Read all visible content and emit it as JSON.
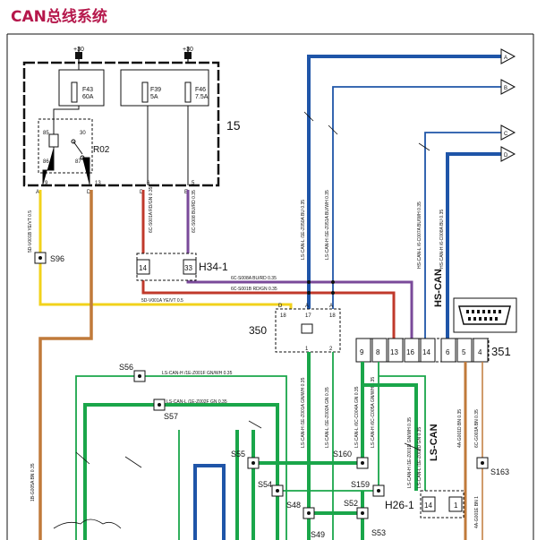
{
  "title": "CAN总线系统",
  "colors": {
    "title": "#b5174b",
    "can_blue": "#1f55a8",
    "can_green": "#1aa64a",
    "brown": "#c07a3a",
    "yellow": "#f2d21b",
    "red": "#c0392b",
    "violet": "#7a4a9a"
  },
  "power": {
    "plus30_left": "+30",
    "plus30_right": "+30"
  },
  "fuse_box": {
    "id": "15",
    "fuses": [
      {
        "name": "F43",
        "rating": "60A"
      },
      {
        "name": "F39",
        "rating": "5A"
      },
      {
        "name": "F46",
        "rating": "7.5A"
      }
    ],
    "relay": {
      "name": "R02",
      "pins": [
        "85",
        "30",
        "86",
        "87"
      ]
    },
    "pins": [
      {
        "letter": "A",
        "number": "9"
      },
      {
        "letter": "D",
        "number": "13"
      },
      {
        "letter": "D",
        "number": "6"
      },
      {
        "letter": "E",
        "number": "5"
      }
    ]
  },
  "connectors": {
    "h34_1": {
      "name": "H34-1",
      "pins": [
        "14",
        "33"
      ]
    },
    "ecu_350": {
      "name": "350",
      "top_pins": [
        "D",
        "A",
        "A"
      ],
      "top_nums": [
        "18",
        "17",
        "18"
      ],
      "bottom_pins": [
        "1",
        "2"
      ]
    },
    "ecu_351": {
      "name": "351",
      "pins": [
        "9",
        "8",
        "13",
        "16",
        "14",
        "6",
        "5",
        "4"
      ]
    },
    "h26_1": {
      "name": "H26-1",
      "pins": [
        "14",
        "1"
      ]
    }
  },
  "splices": [
    "S96",
    "S56",
    "S57",
    "S55",
    "S160",
    "S159",
    "S54",
    "S48",
    "S52",
    "S49",
    "S53",
    "S163"
  ],
  "wire_labels": {
    "w1": "5D-V001B YE/VT 0.5",
    "w2": "6C-S001A RD/GN 0.35",
    "w3": "6C-S008 BU/RD 0.35",
    "w4": "LS-CAN-L /1E-Z050A BU 0.35",
    "w5": "LS-CAN-H /1E-Z051A BU/WH 0.35",
    "w6": "HS-CAN-L /6-C007A BU/WH 0.35",
    "w7": "HS-CAN-H /6-C008A BU 0.35",
    "w8": "6C-S008A BU/RD 0.35",
    "w9": "6C-S001B RD/GN 0.35",
    "w10": "5D-V001A YE/VT 0.5",
    "w11": "LS-CAN-H /1E-Z001F GN/WH 0.35",
    "w12": "LS-CAN-L /1E-Z002F GN 0.35",
    "w13": "1B-G005A BN 0.35",
    "w14": "LS-CAN-H /1E-Z001A GN/WH 0.35",
    "w15": "LS-CAN-L /1E-Z002A GN 0.35",
    "w16": "LS-CAN-L /6C-C004A GN 0.35",
    "w17": "LS-CAN-H /6C-C005A GN/WH 0.35",
    "w18": "LS-CAN-H /1E-Z001D GN/WH 0.35",
    "w19": "LS-CAN-L /1E-Z002D GN 0.35",
    "w20": "4A-G001D BN 0.35",
    "w21": "6C-G003A BN 0.35",
    "w22": "4A-G001E BN 1"
  },
  "bus_labels": {
    "hs_can": "HS-CAN",
    "ls_can": "LS-CAN"
  },
  "arrows": [
    "A",
    "B",
    "C",
    "D"
  ]
}
